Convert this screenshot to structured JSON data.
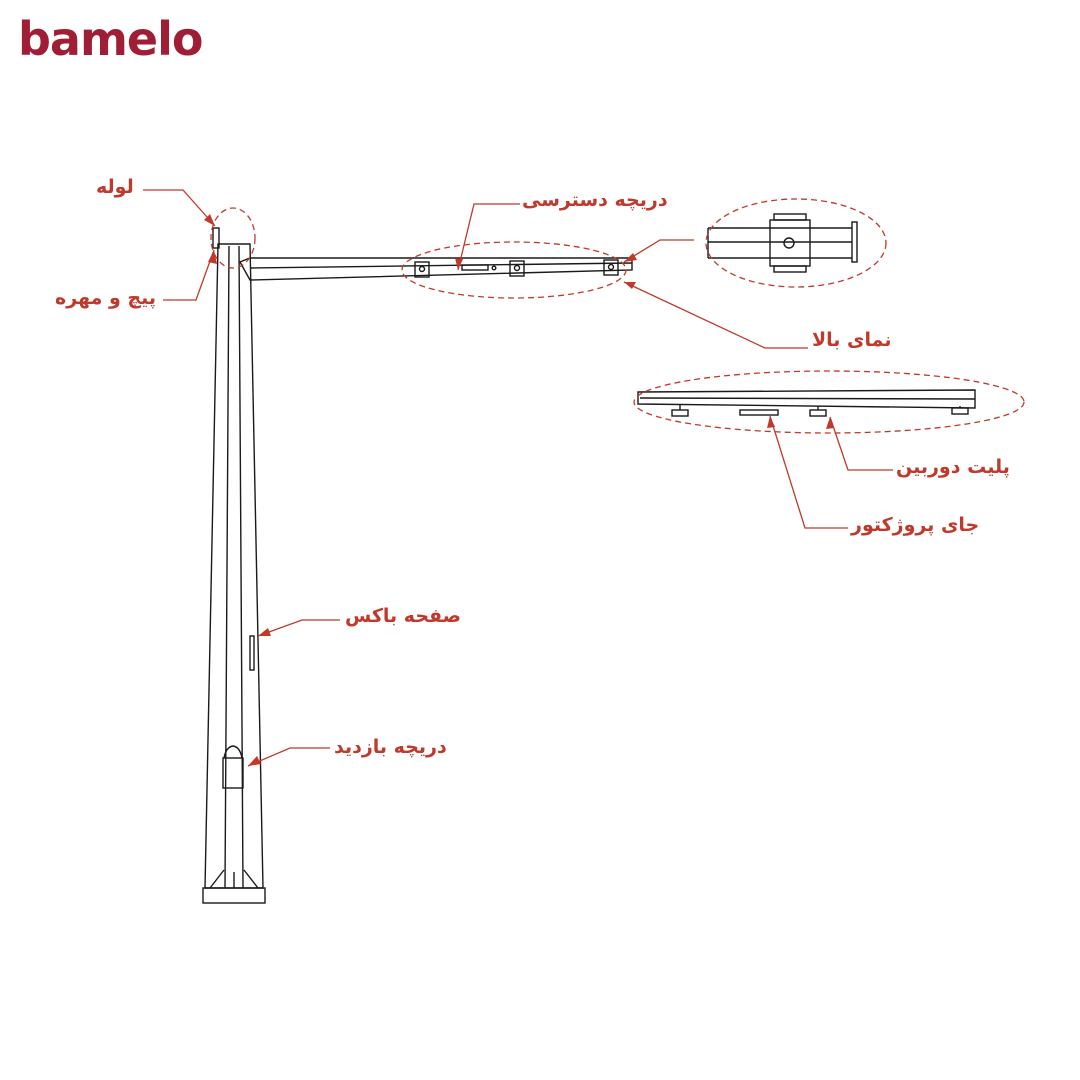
{
  "brand": {
    "name": "bamelo",
    "color": "#a01d36"
  },
  "colors": {
    "drawing": "#1a1a1a",
    "callout": "#c0392b"
  },
  "labels": {
    "pipe": "لوله",
    "bolt_nut": "پیچ و مهره",
    "access_hatch": "دریچه دسترسی",
    "top_view": "نمای بالا",
    "camera_plate": "پلیت دوربین",
    "projector_mount": "جای پروژکتور",
    "box_plate": "صفحه باکس",
    "inspection_hatch": "دریچه بازدید"
  }
}
